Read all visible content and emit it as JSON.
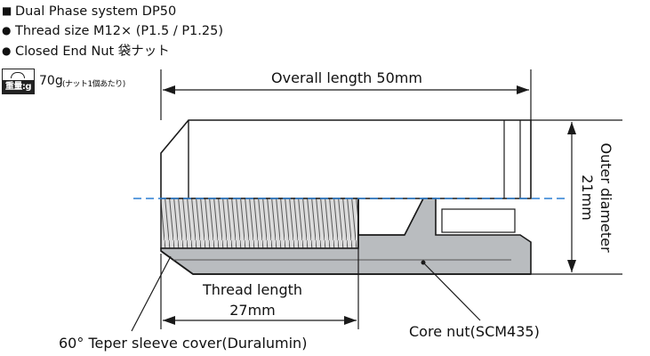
{
  "specs": [
    {
      "bullet": "■",
      "text": "Dual Phase system DP50"
    },
    {
      "bullet": "●",
      "text": "Thread size M12× (P1.5 / P1.25)"
    },
    {
      "bullet": "●",
      "text": "Closed End Nut 袋ナット"
    }
  ],
  "weight": {
    "badge": "重量:g",
    "value": "70g",
    "note": "(ナット1個あたり)"
  },
  "dimensions": {
    "overall_length": "Overall length 50mm",
    "outer_diameter_label": "Outer diameter",
    "outer_diameter_value": "21mm",
    "thread_length_label": "Thread length",
    "thread_length_value": "27mm"
  },
  "callouts": {
    "sleeve_cover": "60° Teper sleeve cover(Duralumin)",
    "core_nut": "Core nut(SCM435)"
  },
  "colors": {
    "outline": "#1a1a1a",
    "core_gray": "#b9bcbf",
    "centerline": "#2a7fd4",
    "thread_fill": "#dcdcdc"
  }
}
